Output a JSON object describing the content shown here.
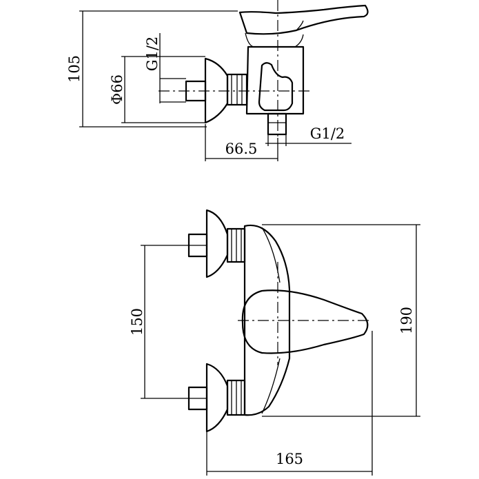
{
  "side_view": {
    "height_label": "105",
    "diameter_label": "Φ66",
    "inlet_thread_label": "G1/2",
    "outlet_thread_label": "G1/2",
    "depth_label": "66.5"
  },
  "front_view": {
    "inlet_spacing_label": "150",
    "height_label": "190",
    "width_label": "165"
  }
}
